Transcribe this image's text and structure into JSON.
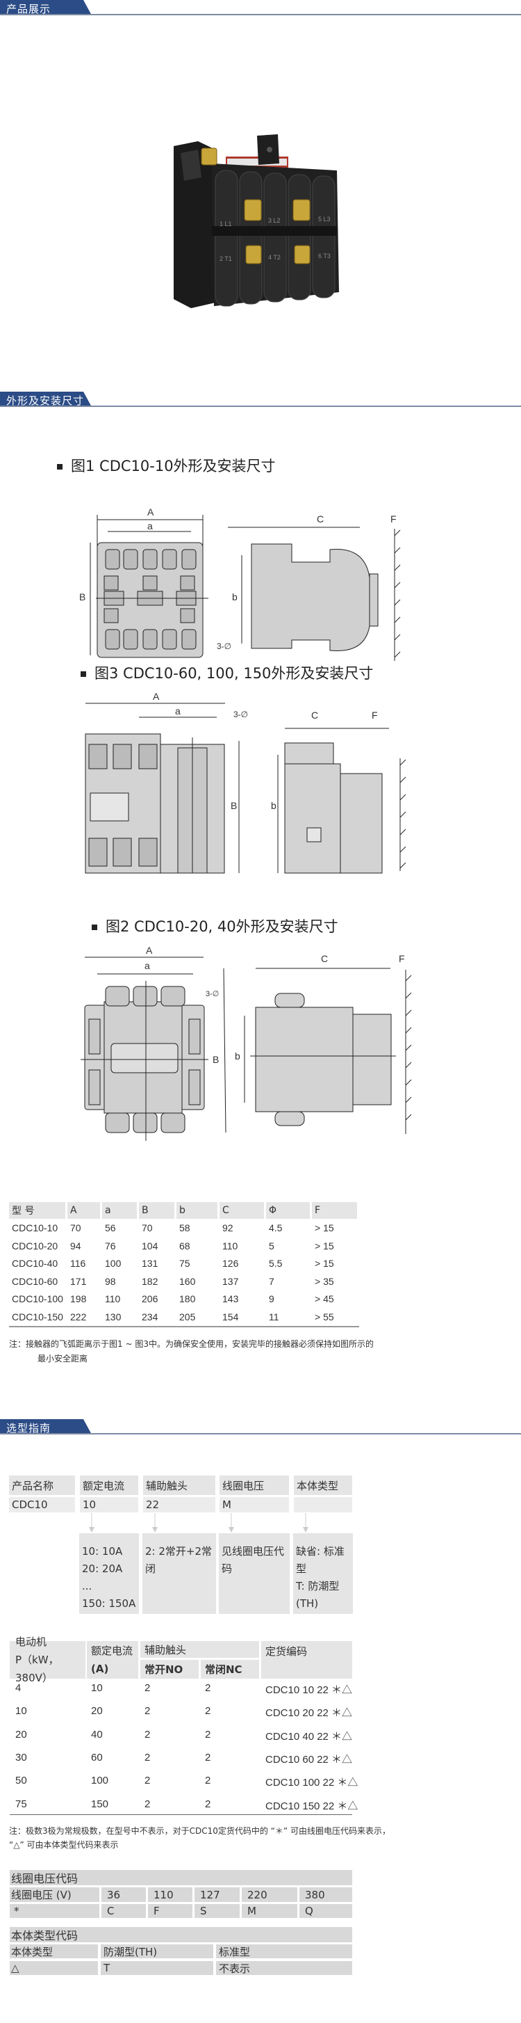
{
  "sections": {
    "product_display": "产品展示",
    "dimensions": "外形及安装尺寸",
    "selection_guide": "选型指南"
  },
  "figures": {
    "fig1_title": "图1  CDC10-10外形及安装尺寸",
    "fig3_title": "图3  CDC10-60, 100, 150外形及安装尺寸",
    "fig2_title": "图2  CDC10-20, 40外形及安装尺寸",
    "labels": {
      "A": "A",
      "a": "a",
      "B": "B",
      "b": "b",
      "C": "C",
      "F": "F",
      "hole": "3-∅"
    }
  },
  "dim_table": {
    "headers": [
      "型  号",
      "A",
      "a",
      "B",
      "b",
      "C",
      "Φ",
      "F"
    ],
    "rows": [
      [
        "CDC10-10",
        "70",
        "56",
        "70",
        "58",
        "92",
        "4.5",
        "> 15"
      ],
      [
        "CDC10-20",
        "94",
        "76",
        "104",
        "68",
        "110",
        "5",
        "> 15"
      ],
      [
        "CDC10-40",
        "116",
        "100",
        "131",
        "75",
        "126",
        "5.5",
        "> 15"
      ],
      [
        "CDC10-60",
        "171",
        "98",
        "182",
        "160",
        "137",
        "7",
        "> 35"
      ],
      [
        "CDC10-100",
        "198",
        "110",
        "206",
        "180",
        "143",
        "9",
        "> 45"
      ],
      [
        "CDC10-150",
        "222",
        "130",
        "234",
        "205",
        "154",
        "11",
        "> 55"
      ]
    ],
    "note_line1": "注：接触器的飞弧距离示于图1 ~ 图3中。为确保安全使用，安装完毕的接触器必须保持如图所示的",
    "note_line2": "最小安全距离"
  },
  "selection": {
    "headers": [
      "产品名称",
      "额定电流",
      "辅助触头",
      "线圈电压",
      "本体类型"
    ],
    "values": [
      "CDC10",
      "10",
      "22",
      "M",
      ""
    ],
    "details": [
      [
        "10: 10A",
        "20: 20A",
        "...",
        "150: 150A"
      ],
      [
        "2: 2常开+2常闭"
      ],
      [
        "见线圈电压代码"
      ],
      [
        "缺省: 标准型",
        "T: 防潮型(TH)"
      ]
    ]
  },
  "motor_table": {
    "h_motor_1": "电动机",
    "h_motor_2": "P（kW，380V）",
    "h_current_1": "额定电流",
    "h_current_2": "(A)",
    "h_aux": "辅助触头",
    "h_no": "常开NO",
    "h_nc": "常闭NC",
    "h_code": "定货编码",
    "rows": [
      [
        "4",
        "10",
        "2",
        "2",
        "CDC10 10 22 ＊△"
      ],
      [
        "10",
        "20",
        "2",
        "2",
        "CDC10 20 22 ＊△"
      ],
      [
        "20",
        "40",
        "2",
        "2",
        "CDC10 40 22 ＊△"
      ],
      [
        "30",
        "60",
        "2",
        "2",
        "CDC10 60 22 ＊△"
      ],
      [
        "50",
        "100",
        "2",
        "2",
        "CDC10 100 22 ＊△"
      ],
      [
        "75",
        "150",
        "2",
        "2",
        "CDC10 150 22 ＊△"
      ]
    ],
    "note_line1": "注：极数3极为常规极数，在型号中不表示，对于CDC10定货代码中的 “＊” 可由线圈电压代码来表示，",
    "note_line2": "“△” 可由本体类型代码来表示"
  },
  "coil_table": {
    "title": "线圈电压代码",
    "row1": [
      "线圈电压 (V)",
      "36",
      "110",
      "127",
      "220",
      "380"
    ],
    "row2": [
      "*",
      "C",
      "F",
      "S",
      "M",
      "Q"
    ]
  },
  "body_table": {
    "title": "本体类型代码",
    "row1": [
      "本体类型",
      "防潮型(TH)",
      "标准型"
    ],
    "row2": [
      "△",
      "T",
      "不表示"
    ]
  }
}
